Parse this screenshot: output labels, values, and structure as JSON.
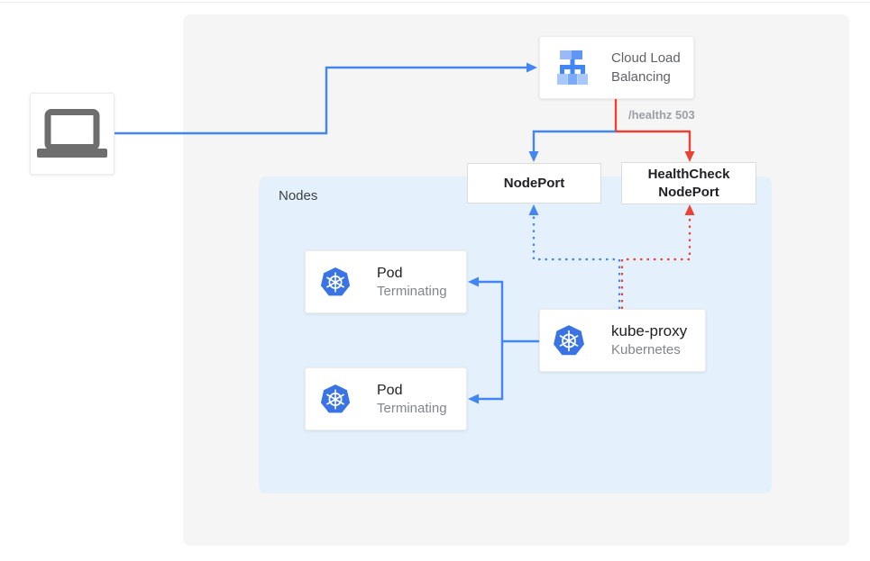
{
  "client": {
    "icon": "laptop-icon"
  },
  "cloud_load_balancing": {
    "line1": "Cloud Load",
    "line2": "Balancing",
    "icon": "load-balancer-icon"
  },
  "healthz": "/healthz 503",
  "node_port": "NodePort",
  "health_check_node_port": {
    "line1": "HealthCheck",
    "line2": "NodePort"
  },
  "nodes_group_label": "Nodes",
  "pod1": {
    "title": "Pod",
    "status": "Terminating",
    "icon": "kubernetes-icon"
  },
  "pod2": {
    "title": "Pod",
    "status": "Terminating",
    "icon": "kubernetes-icon"
  },
  "kube_proxy": {
    "title": "kube-proxy",
    "subtitle": "Kubernetes",
    "icon": "kubernetes-icon"
  },
  "colors": {
    "traffic_blue": "#4285f4",
    "error_red": "#ea4335",
    "panel_bg": "#f5f5f5",
    "nodes_bg": "#e4f1fc",
    "kubernetes_blue": "#3973e4",
    "laptop_gray": "#6e6e6e",
    "muted_text": "#80868b"
  }
}
